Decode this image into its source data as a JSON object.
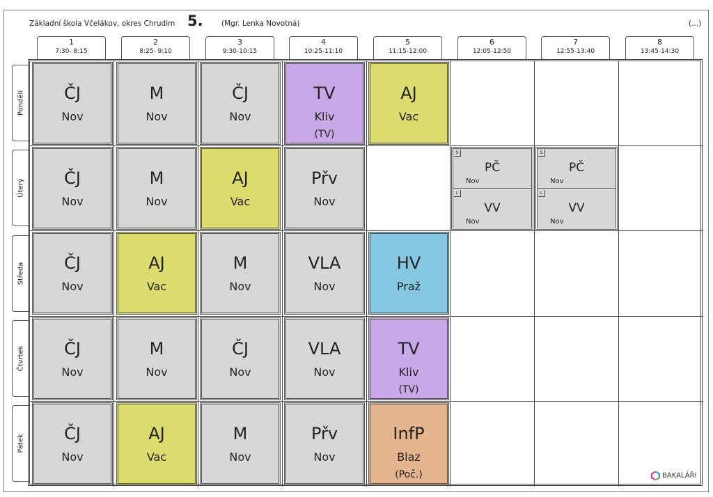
{
  "header": {
    "school": "Základní škola Včelákov, okres Chrudim",
    "class": "5.",
    "teacher": "(Mgr. Lenka Novotná)",
    "more": "(...)"
  },
  "periods": [
    {
      "num": "1",
      "time": "7:30- 8:15"
    },
    {
      "num": "2",
      "time": "8:25- 9:10"
    },
    {
      "num": "3",
      "time": "9:30-10:15"
    },
    {
      "num": "4",
      "time": "10:25-11:10"
    },
    {
      "num": "5",
      "time": "11:15-12:00"
    },
    {
      "num": "6",
      "time": "12:05-12:50"
    },
    {
      "num": "7",
      "time": "12:55-13:40"
    },
    {
      "num": "8",
      "time": "13:45-14:30"
    }
  ],
  "days": [
    "Pondělí",
    "Úterý",
    "Středa",
    "Čtvrtek",
    "Pátek"
  ],
  "colors": {
    "default": "#d7d7d7",
    "english": "#dcdc6e",
    "pe": "#c8a8e6",
    "music": "#86c8e2",
    "informatics": "#e4b48e"
  },
  "lessons": {
    "mon": [
      {
        "subject": "ČJ",
        "teacher": "Nov",
        "room": ""
      },
      {
        "subject": "M",
        "teacher": "Nov",
        "room": ""
      },
      {
        "subject": "ČJ",
        "teacher": "Nov",
        "room": ""
      },
      {
        "subject": "TV",
        "teacher": "Kliv",
        "room": "(TV)"
      },
      {
        "subject": "AJ",
        "teacher": "Vac",
        "room": ""
      }
    ],
    "tue": [
      {
        "subject": "ČJ",
        "teacher": "Nov",
        "room": ""
      },
      {
        "subject": "M",
        "teacher": "Nov",
        "room": ""
      },
      {
        "subject": "AJ",
        "teacher": "Vac",
        "room": ""
      },
      {
        "subject": "Přv",
        "teacher": "Nov",
        "room": ""
      }
    ],
    "tue_split": [
      {
        "top": {
          "group": "S",
          "subject": "PČ",
          "teacher": "Nov"
        },
        "bottom": {
          "group": "L",
          "subject": "VV",
          "teacher": "Nov"
        }
      },
      {
        "top": {
          "group": "S",
          "subject": "PČ",
          "teacher": "Nov"
        },
        "bottom": {
          "group": "L",
          "subject": "VV",
          "teacher": "Nov"
        }
      }
    ],
    "wed": [
      {
        "subject": "ČJ",
        "teacher": "Nov",
        "room": ""
      },
      {
        "subject": "AJ",
        "teacher": "Vac",
        "room": ""
      },
      {
        "subject": "M",
        "teacher": "Nov",
        "room": ""
      },
      {
        "subject": "VLA",
        "teacher": "Nov",
        "room": ""
      },
      {
        "subject": "HV",
        "teacher": "Praž",
        "room": ""
      }
    ],
    "thu": [
      {
        "subject": "ČJ",
        "teacher": "Nov",
        "room": ""
      },
      {
        "subject": "M",
        "teacher": "Nov",
        "room": ""
      },
      {
        "subject": "ČJ",
        "teacher": "Nov",
        "room": ""
      },
      {
        "subject": "VLA",
        "teacher": "Nov",
        "room": ""
      },
      {
        "subject": "TV",
        "teacher": "Kliv",
        "room": "(TV)"
      }
    ],
    "fri": [
      {
        "subject": "ČJ",
        "teacher": "Nov",
        "room": ""
      },
      {
        "subject": "AJ",
        "teacher": "Vac",
        "room": ""
      },
      {
        "subject": "M",
        "teacher": "Nov",
        "room": ""
      },
      {
        "subject": "Přv",
        "teacher": "Nov",
        "room": ""
      },
      {
        "subject": "InfP",
        "teacher": "Blaz",
        "room": "(Poč.)"
      }
    ]
  },
  "logo": {
    "text": "BAKALÁŘI"
  }
}
